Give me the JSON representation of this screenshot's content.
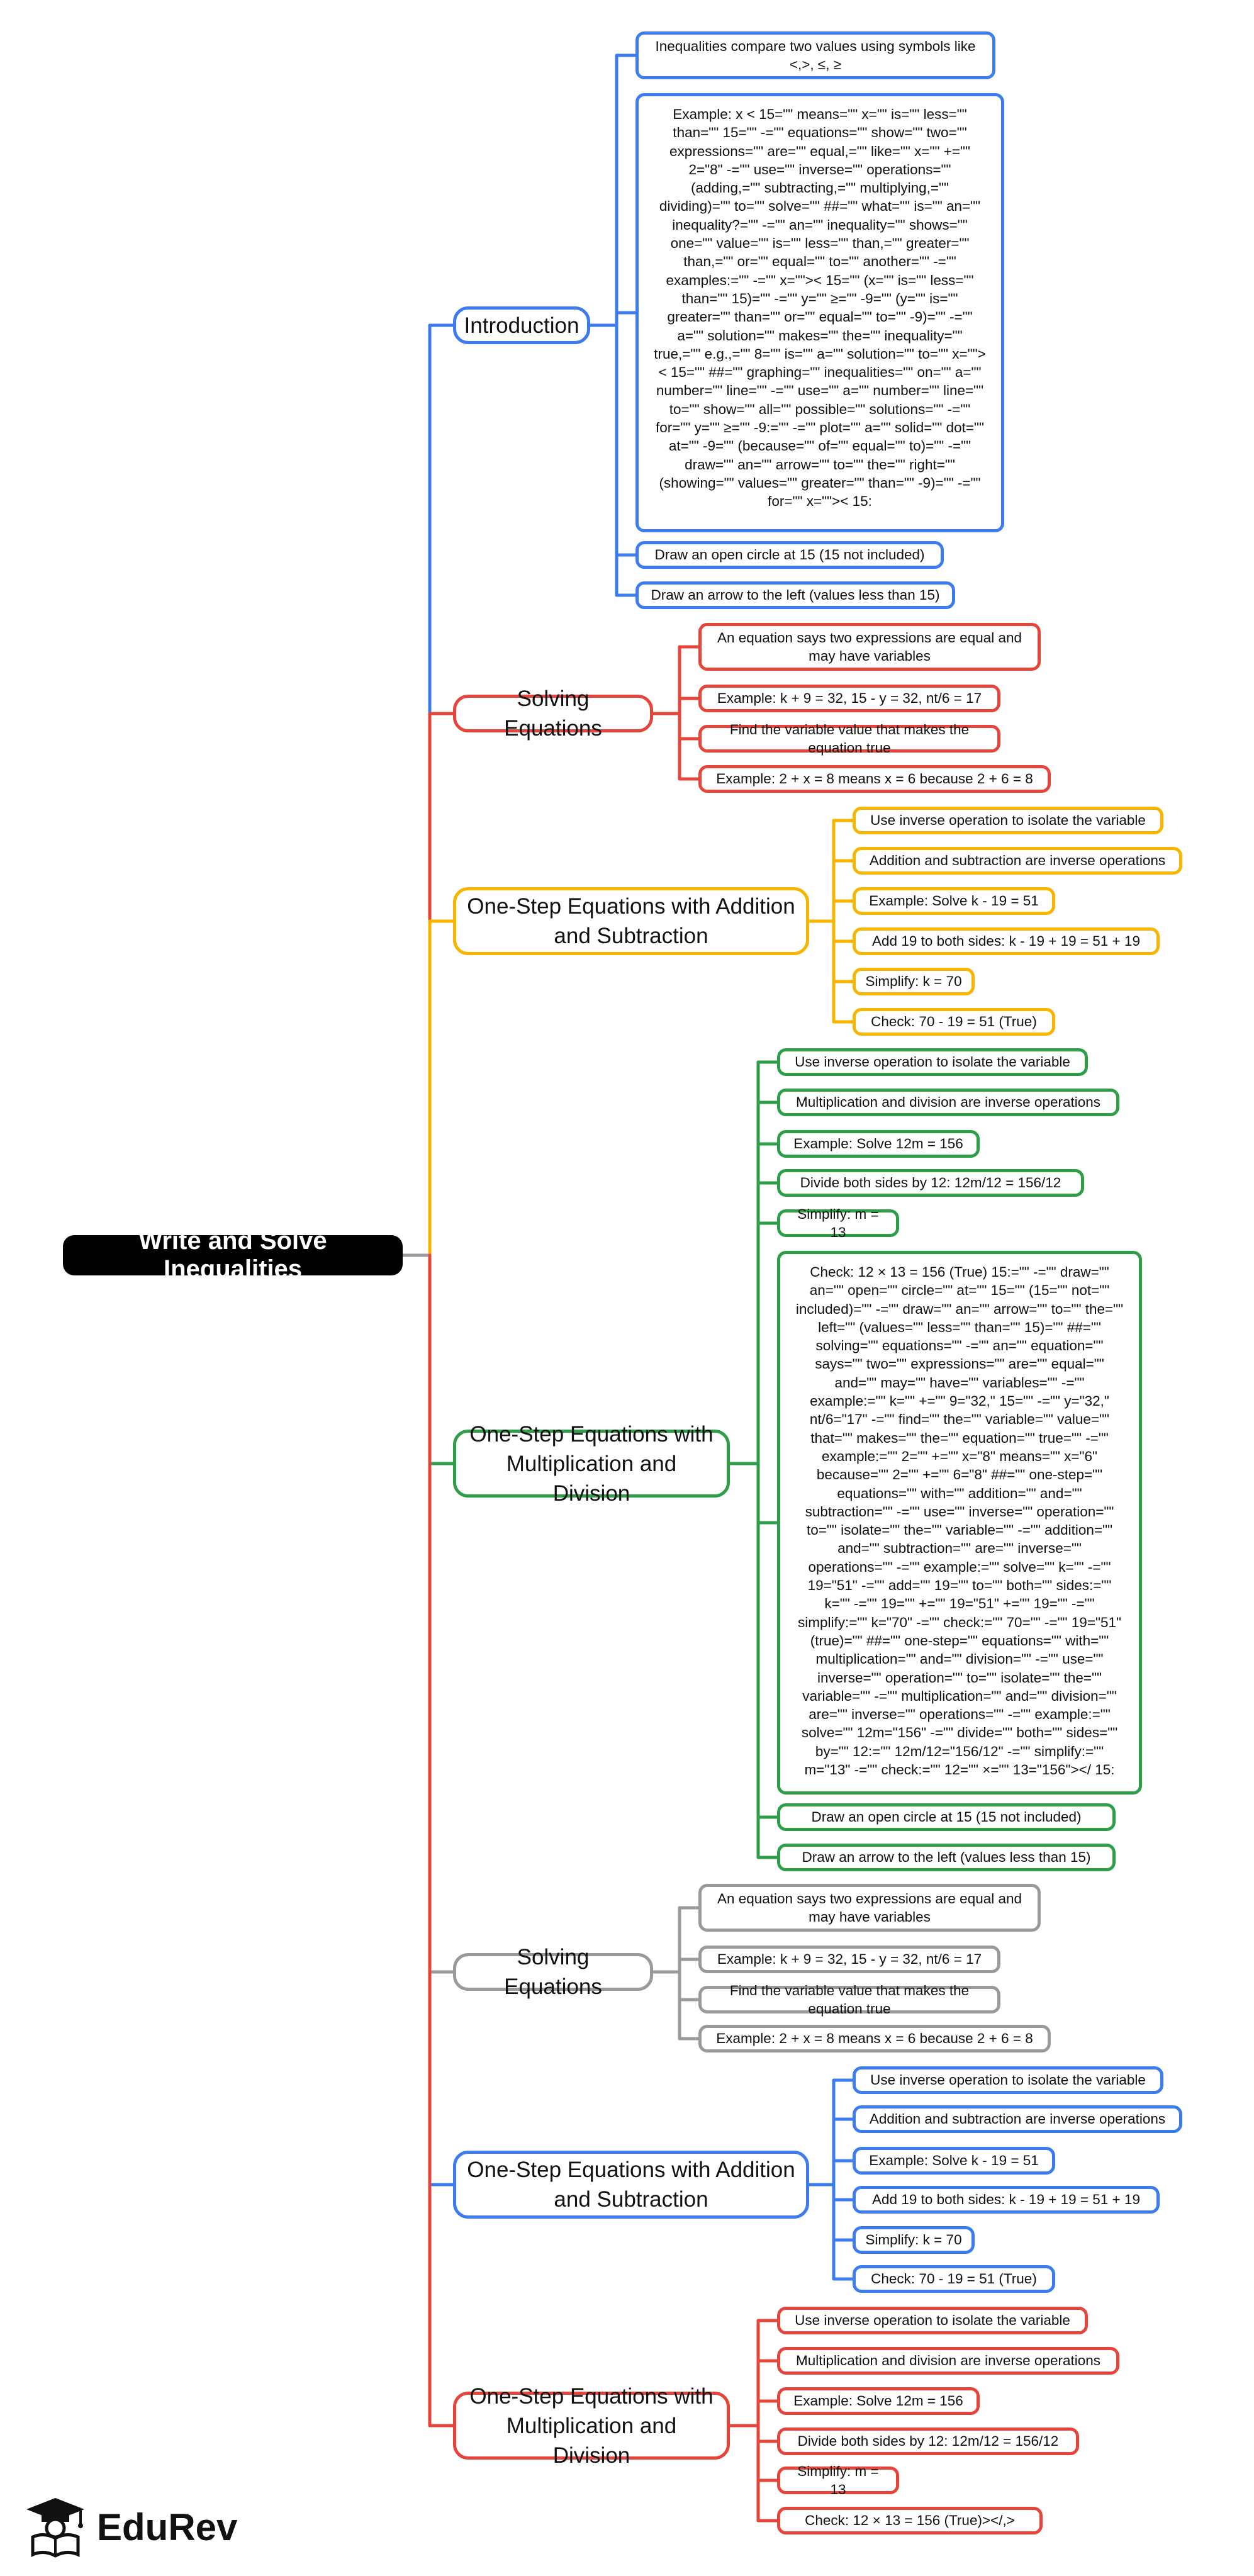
{
  "root": {
    "title": "Write and Solve Inequalities"
  },
  "colors": {
    "blue": "#3d7cf0",
    "red": "#e5453a",
    "yellow": "#f7b500",
    "green": "#2f9e49",
    "gray": "#9a9a9a"
  },
  "branches": [
    {
      "label": "Introduction",
      "color": "blue",
      "leaves": [
        "Inequalities compare two values using symbols like <,>, ≤, ≥",
        "Example: x < 15=\"\" means=\"\" x=\"\" is=\"\" less=\"\" than=\"\" 15=\"\" -=\"\" equations=\"\" show=\"\" two=\"\" expressions=\"\" are=\"\" equal,=\"\" like=\"\" x=\"\" +=\"\" 2=\"8\" -=\"\" use=\"\" inverse=\"\" operations=\"\" (adding,=\"\" subtracting,=\"\" multiplying,=\"\" dividing)=\"\" to=\"\" solve=\"\" ##=\"\" what=\"\" is=\"\" an=\"\" inequality?=\"\" -=\"\" an=\"\" inequality=\"\" shows=\"\" one=\"\" value=\"\" is=\"\" less=\"\" than,=\"\" greater=\"\" than,=\"\" or=\"\" equal=\"\" to=\"\" another=\"\" -=\"\" examples:=\"\" -=\"\" x=\"\">< 15=\"\" (x=\"\" is=\"\" less=\"\" than=\"\" 15)=\"\" -=\"\" y=\"\" ≥=\"\" -9=\"\" (y=\"\" is=\"\" greater=\"\" than=\"\" or=\"\" equal=\"\" to=\"\" -9)=\"\" -=\"\" a=\"\" solution=\"\" makes=\"\" the=\"\" inequality=\"\" true,=\"\" e.g.,=\"\" 8=\"\" is=\"\" a=\"\" solution=\"\" to=\"\" x=\"\">< 15=\"\" ##=\"\" graphing=\"\" inequalities=\"\" on=\"\" a=\"\" number=\"\" line=\"\" -=\"\" use=\"\" a=\"\" number=\"\" line=\"\" to=\"\" show=\"\" all=\"\" possible=\"\" solutions=\"\" -=\"\" for=\"\" y=\"\" ≥=\"\" -9:=\"\" -=\"\" plot=\"\" a=\"\" solid=\"\" dot=\"\" at=\"\" -9=\"\" (because=\"\" of=\"\" equal=\"\" to)=\"\" -=\"\" draw=\"\" an=\"\" arrow=\"\" to=\"\" the=\"\" right=\"\" (showing=\"\" values=\"\" greater=\"\" than=\"\" -9)=\"\" -=\"\" for=\"\" x=\"\">< 15:",
        "Draw an open circle at 15 (15 not included)",
        "Draw an arrow to the left (values less than 15)"
      ]
    },
    {
      "label": "Solving Equations",
      "color": "red",
      "leaves": [
        "An equation says two expressions are equal and may have variables",
        "Example: k + 9 = 32, 15 - y = 32, nt/6 = 17",
        "Find the variable value that makes the equation true",
        "Example: 2 + x = 8 means x = 6 because 2 + 6 = 8"
      ]
    },
    {
      "label": "One-Step Equations with Addition and Subtraction",
      "color": "yellow",
      "leaves": [
        "Use inverse operation to isolate the variable",
        "Addition and subtraction are inverse operations",
        "Example: Solve k - 19 = 51",
        "Add 19 to both sides: k - 19 + 19 = 51 + 19",
        "Simplify: k = 70",
        "Check: 70 - 19 = 51 (True)"
      ]
    },
    {
      "label": "One-Step Equations with Multiplication and Division",
      "color": "green",
      "leaves": [
        "Use inverse operation to isolate the variable",
        "Multiplication and division are inverse operations",
        "Example: Solve 12m = 156",
        "Divide both sides by 12: 12m/12 = 156/12",
        "Simplify: m = 13",
        "Check: 12 × 13 = 156 (True) 15:=\"\" -=\"\" draw=\"\" an=\"\" open=\"\" circle=\"\" at=\"\" 15=\"\" (15=\"\" not=\"\" included)=\"\" -=\"\" draw=\"\" an=\"\" arrow=\"\" to=\"\" the=\"\" left=\"\" (values=\"\" less=\"\" than=\"\" 15)=\"\" ##=\"\" solving=\"\" equations=\"\" -=\"\" an=\"\" equation=\"\" says=\"\" two=\"\" expressions=\"\" are=\"\" equal=\"\" and=\"\" may=\"\" have=\"\" variables=\"\" -=\"\" example:=\"\" k=\"\" +=\"\" 9=\"32,\" 15=\"\" -=\"\" y=\"32,\" nt/6=\"17\" -=\"\" find=\"\" the=\"\" variable=\"\" value=\"\" that=\"\" makes=\"\" the=\"\" equation=\"\" true=\"\" -=\"\" example:=\"\" 2=\"\" +=\"\" x=\"8\" means=\"\" x=\"6\" because=\"\" 2=\"\" +=\"\" 6=\"8\" ##=\"\" one-step=\"\" equations=\"\" with=\"\" addition=\"\" and=\"\" subtraction=\"\" -=\"\" use=\"\" inverse=\"\" operation=\"\" to=\"\" isolate=\"\" the=\"\" variable=\"\" -=\"\" addition=\"\" and=\"\" subtraction=\"\" are=\"\" inverse=\"\" operations=\"\" -=\"\" example:=\"\" solve=\"\" k=\"\" -=\"\" 19=\"51\" -=\"\" add=\"\" 19=\"\" to=\"\" both=\"\" sides:=\"\" k=\"\" -=\"\" 19=\"\" +=\"\" 19=\"51\" +=\"\" 19=\"\" -=\"\" simplify:=\"\" k=\"70\" -=\"\" check:=\"\" 70=\"\" -=\"\" 19=\"51\" (true)=\"\" ##=\"\" one-step=\"\" equations=\"\" with=\"\" multiplication=\"\" and=\"\" division=\"\" -=\"\" use=\"\" inverse=\"\" operation=\"\" to=\"\" isolate=\"\" the=\"\" variable=\"\" -=\"\" multiplication=\"\" and=\"\" division=\"\" are=\"\" inverse=\"\" operations=\"\" -=\"\" example:=\"\" solve=\"\" 12m=\"156\" -=\"\" divide=\"\" both=\"\" sides=\"\" by=\"\" 12:=\"\" 12m/12=\"156/12\" -=\"\" simplify:=\"\" m=\"13\" -=\"\" check:=\"\" 12=\"\" ×=\"\" 13=\"156\"></ 15:",
        "Draw an open circle at 15 (15 not included)",
        "Draw an arrow to the left (values less than 15)"
      ]
    },
    {
      "label": "Solving Equations",
      "color": "gray",
      "leaves": [
        "An equation says two expressions are equal and may have variables",
        "Example: k + 9 = 32, 15 - y = 32, nt/6 = 17",
        "Find the variable value that makes the equation true",
        "Example: 2 + x = 8 means x = 6 because 2 + 6 = 8"
      ]
    },
    {
      "label": "One-Step Equations with Addition and Subtraction",
      "color": "blue",
      "leaves": [
        "Use inverse operation to isolate the variable",
        "Addition and subtraction are inverse operations",
        "Example: Solve k - 19 = 51",
        "Add 19 to both sides: k - 19 + 19 = 51 + 19",
        "Simplify: k = 70",
        "Check: 70 - 19 = 51 (True)"
      ]
    },
    {
      "label": "One-Step Equations with Multiplication and Division",
      "color": "red",
      "leaves": [
        "Use inverse operation to isolate the variable",
        "Multiplication and division are inverse operations",
        "Example: Solve 12m = 156",
        "Divide both sides by 12: 12m/12 = 156/12",
        "Simplify: m = 13",
        "Check: 12 × 13 = 156 (True)></,>"
      ]
    }
  ],
  "brand": {
    "name": "EduRev",
    "logo_icon": "graduation-cap-reader-icon"
  }
}
